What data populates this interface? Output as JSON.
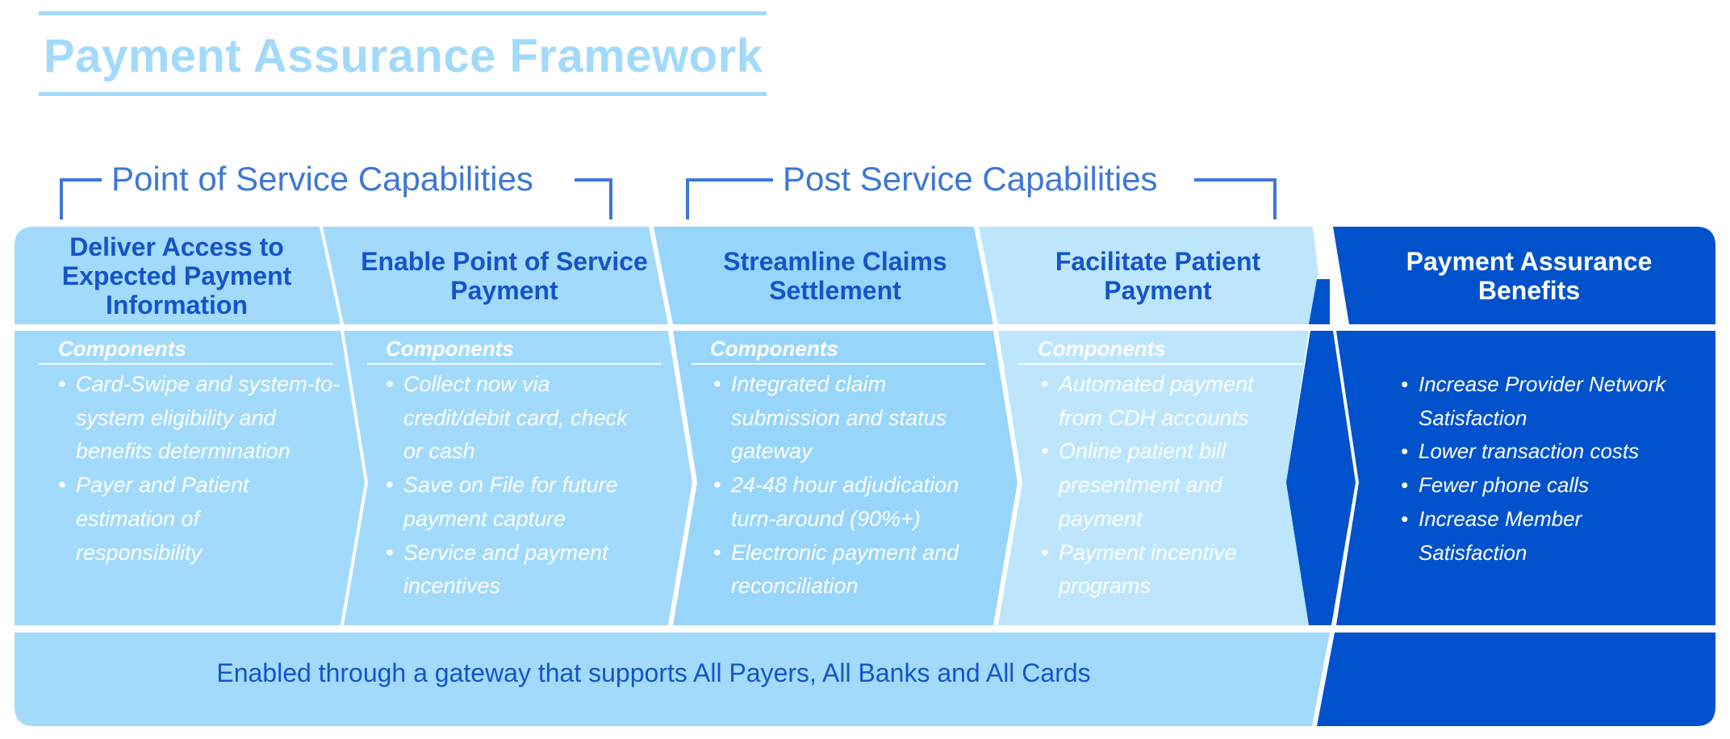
{
  "title": "Payment Assurance Framework",
  "groups": [
    {
      "label": "Point of Service Capabilities"
    },
    {
      "label": "Post Service Capabilities"
    }
  ],
  "columns": [
    {
      "heading": "Deliver Access to Expected Payment Information",
      "components_label": "Components",
      "items": [
        "Card-Swipe and system-to-system eligibility and benefits determination",
        "Payer and Patient estimation of responsibility"
      ]
    },
    {
      "heading": "Enable Point of Service Payment",
      "components_label": "Components",
      "items": [
        "Collect now via credit/debit card, check or cash",
        "Save on File for future payment capture",
        "Service and payment incentives"
      ]
    },
    {
      "heading": "Streamline Claims Settlement",
      "components_label": "Components",
      "items": [
        "Integrated claim submission and status gateway",
        "24-48 hour adjudication turn-around (90%+)",
        "Electronic payment and reconciliation"
      ]
    },
    {
      "heading": "Facilitate Patient Payment",
      "components_label": "Components",
      "items": [
        "Automated payment from CDH accounts",
        "Online patient bill presentment and payment",
        "Payment incentive programs"
      ]
    }
  ],
  "benefits": {
    "heading": "Payment Assurance Benefits",
    "items": [
      "Increase Provider Network Satisfaction",
      "Lower transaction costs",
      "Fewer phone calls",
      "Increase Member Satisfaction"
    ]
  },
  "footer": "Enabled through a gateway that supports All Payers, All Banks and All Cards",
  "colors": {
    "title": "#a2dafb",
    "col1": "#a2dafb",
    "col2": "#a2dafb",
    "col3": "#97d5fb",
    "col4": "#bde6fd",
    "benefit": "#0052cc",
    "label": "#3d78d6",
    "heading_text": "#1554c9"
  }
}
